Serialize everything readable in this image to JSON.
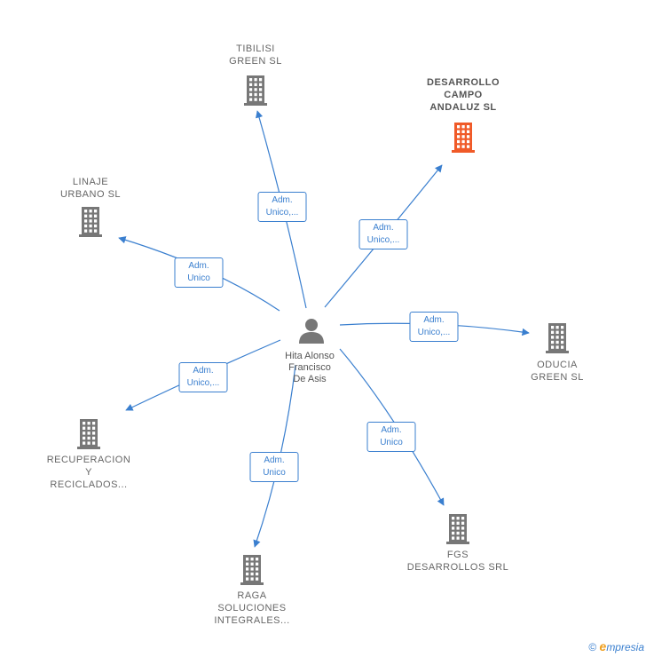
{
  "center": {
    "name_lines": [
      "Hita Alonso",
      "Francisco",
      "De Asis"
    ],
    "icon": "person-icon"
  },
  "colors": {
    "edge": "#3a7fcf",
    "building": "#777777",
    "highlight_building": "#f05a28"
  },
  "nodes": [
    {
      "id": "tibilisi",
      "lines": [
        "TIBILISI",
        "GREEN  SL"
      ],
      "highlight": false,
      "edge_label": [
        "Adm.",
        "Unico,..."
      ]
    },
    {
      "id": "desarrollo-campo",
      "lines": [
        "DESARROLLO",
        "CAMPO",
        "ANDALUZ  SL"
      ],
      "highlight": true,
      "edge_label": [
        "Adm.",
        "Unico,..."
      ]
    },
    {
      "id": "linaje",
      "lines": [
        "LINAJE",
        "URBANO SL"
      ],
      "highlight": false,
      "edge_label": [
        "Adm.",
        "Unico"
      ]
    },
    {
      "id": "oducia",
      "lines": [
        "ODUCIA",
        "GREEN  SL"
      ],
      "highlight": false,
      "edge_label": [
        "Adm.",
        "Unico,..."
      ]
    },
    {
      "id": "recuperacion",
      "lines": [
        "RECUPERACION",
        "Y",
        "RECICLADOS..."
      ],
      "highlight": false,
      "edge_label": [
        "Adm.",
        "Unico,..."
      ]
    },
    {
      "id": "fgs",
      "lines": [
        "FGS",
        "DESARROLLOS SRL"
      ],
      "highlight": false,
      "edge_label": [
        "Adm.",
        "Unico"
      ]
    },
    {
      "id": "raga",
      "lines": [
        "RAGA",
        "SOLUCIONES",
        "INTEGRALES..."
      ],
      "highlight": false,
      "edge_label": [
        "Adm.",
        "Unico"
      ]
    }
  ],
  "footer": {
    "copyright": "©",
    "brand_initial": "e",
    "brand_rest": "mpresia"
  }
}
